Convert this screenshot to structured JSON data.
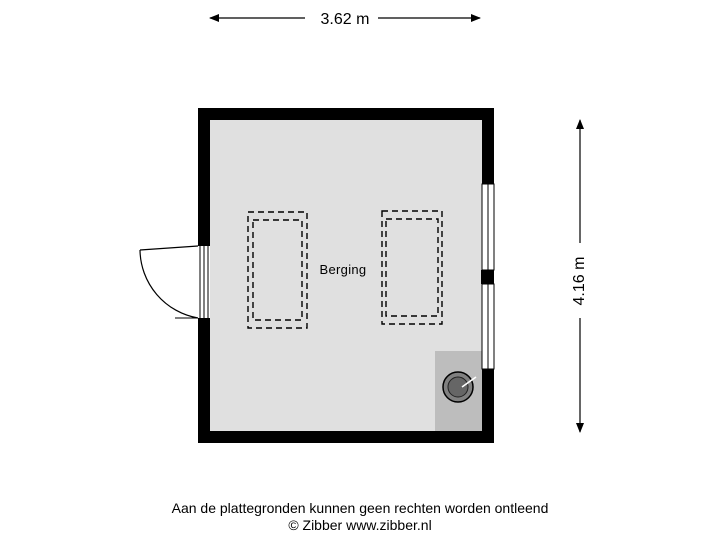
{
  "dimensions": {
    "width": "3.62 m",
    "height": "4.16 m"
  },
  "rooms": [
    {
      "label": "Berging"
    }
  ],
  "footer": {
    "disclaimer": "Aan de plattegronden kunnen geen rechten worden ontleend",
    "copyright": "© Zibber www.zibber.nl"
  },
  "colors": {
    "wall": "#000000",
    "floor": "#e0e0e0",
    "utility_area": "#bdbdbd",
    "window": "#ffffff"
  }
}
